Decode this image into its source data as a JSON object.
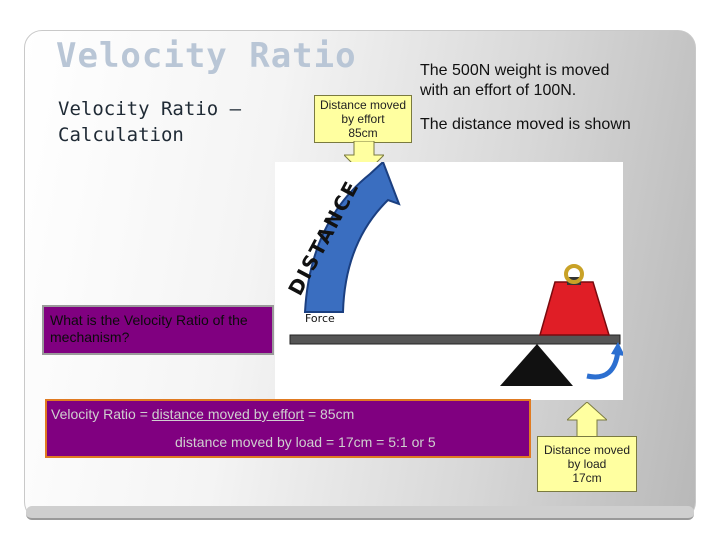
{
  "slide": {
    "title": "Velocity Ratio",
    "subtitle": "Velocity Ratio – Calculation",
    "description": [
      "The 500N weight is moved",
      "with an effort of 100N.",
      "The distance moved is shown"
    ]
  },
  "callouts": {
    "effort": [
      "Distance moved",
      "by effort",
      "85cm"
    ],
    "load": [
      "Distance moved",
      "by load",
      "17cm"
    ]
  },
  "diagram": {
    "arc_label": "DISTANCE",
    "force_label": "Force",
    "arc_color": "#3a6ec0",
    "weight_color": "#e01e26",
    "rotation_arrow_color": "#2c6fd0"
  },
  "question": "What is the Velocity Ratio of the mechanism?",
  "formula": {
    "line1_prefix": "Velocity Ratio = ",
    "line1_numerator": "distance moved by effort",
    "line1_suffix": "  =   85cm",
    "line2_text": "distance moved by load   =   17cm   =   5:1 or 5"
  },
  "colors": {
    "title": "#b9c6d6",
    "box_fill": "#800080",
    "formula_border": "#e07b22",
    "callout_fill": "#ffffa0"
  }
}
